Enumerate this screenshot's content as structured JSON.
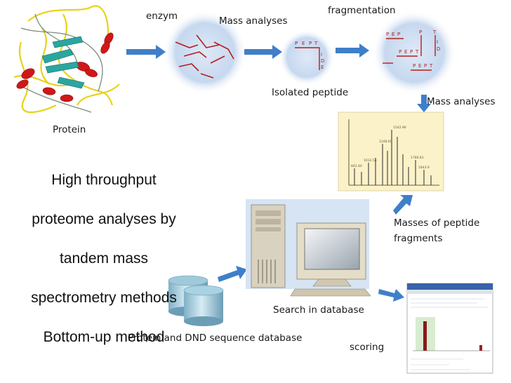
{
  "labels": {
    "enzym": "enzym",
    "mass_analyses_1": "Mass analyses",
    "fragmentation": "fragmentation",
    "isolated_peptide": "Isolated peptide",
    "mass_analyses_2": "Mass analyses",
    "protein": "Protein",
    "masses_line1": "Masses of peptide",
    "masses_line2": "fragments",
    "search_in_database": "Search in database",
    "database": "Protein and DND sequence database",
    "scoring": "scoring"
  },
  "title_lines": [
    "High throughput",
    "proteome analyses by",
    "tandem mass",
    "spectrometry methods",
    "Bottom-up method"
  ],
  "colors": {
    "arrow": "#3f7fc9",
    "bubble": "#c3d6ee",
    "peptide": "#b51e1e",
    "helix": "#d01818",
    "sheet": "#2aa6a0",
    "coil": "#e8d21a",
    "spectrum_bg": "#fbf2c9"
  },
  "icons": [
    "protein-structure-image",
    "peptide-bubble-icon",
    "mass-spectrum-thumbnail",
    "computer-workstation-icon",
    "database-cylinders-icon",
    "scoring-report-thumbnail"
  ]
}
